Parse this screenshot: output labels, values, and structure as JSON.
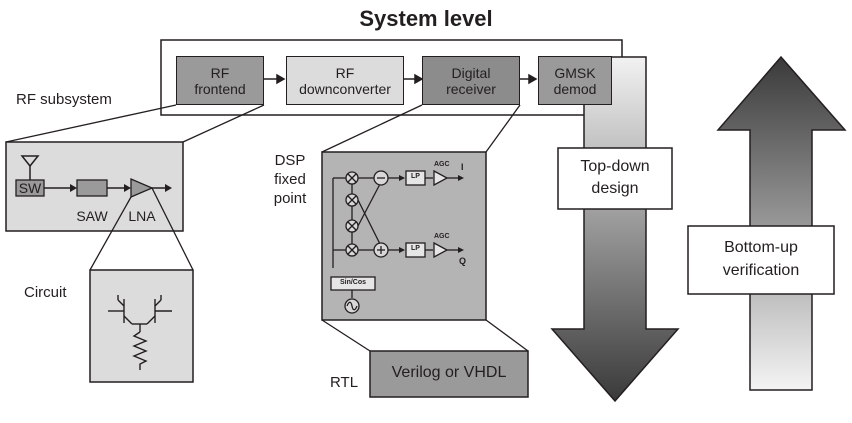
{
  "title": "System level",
  "system_blocks": [
    {
      "line1": "RF",
      "line2": "frontend"
    },
    {
      "line1": "RF",
      "line2": "downconverter"
    },
    {
      "line1": "Digital",
      "line2": "receiver"
    },
    {
      "line1": "GMSK",
      "line2": "demod"
    }
  ],
  "labels": {
    "rf_subsystem": "RF subsystem",
    "circuit": "Circuit",
    "dsp_line1": "DSP",
    "dsp_line2": "fixed",
    "dsp_line3": "point",
    "rtl": "RTL"
  },
  "rf_components": {
    "sw": "SW",
    "saw": "SAW",
    "lna": "LNA"
  },
  "dsp_components": {
    "lp_top": "LP",
    "lp_bottom": "LP",
    "agc_top": "AGC",
    "agc_bottom": "AGC",
    "out_i": "I",
    "out_q": "Q",
    "sincos": "Sin/Cos"
  },
  "rtl_box": "Verilog or VHDL",
  "top_down_line1": "Top-down",
  "top_down_line2": "design",
  "bottom_up_line1": "Bottom-up",
  "bottom_up_line2": "verification"
}
